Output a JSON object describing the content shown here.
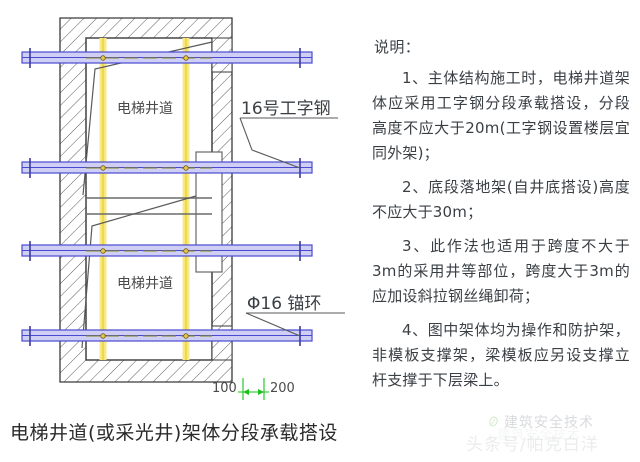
{
  "caption": "电梯井道(或采光井)架体分段承载搭设",
  "notes": {
    "heading": "说明：",
    "items": [
      "1、主体结构施工时，电梯井道架体应采用工字钢分段承载搭设，分段高度不应大于20m(工字钢设置楼层宜同外架)；",
      "2、底段落地架(自井底搭设)高度不应大于30m；",
      "3、此作法也适用于跨度不大于3m的采用井等部位，跨度大于3m的应加设斜拉钢丝绳卸荷；",
      "4、图中架体均为操作和防护架，非模板支撑架，梁模板应另设支撑立杆支撑于下层梁上。"
    ]
  },
  "drawing": {
    "shaft_label_top": "电梯井道",
    "shaft_label_bottom": "电梯井道",
    "callout_beam": "16号工字钢",
    "callout_anchor": "Φ16 锚环",
    "dim_left": "100",
    "dim_right": "200",
    "colors": {
      "beam": "#5b5bd6",
      "beam_fill": "#c9c9f2",
      "pole": "#f5e36a",
      "wall_outline": "#3a3a3a",
      "hatch": "#555555",
      "dimension": "#17b317",
      "text": "#3a3f44"
    }
  },
  "watermarks": {
    "brand": "建筑安全技术",
    "handle": "头条号/帕克白洋"
  }
}
